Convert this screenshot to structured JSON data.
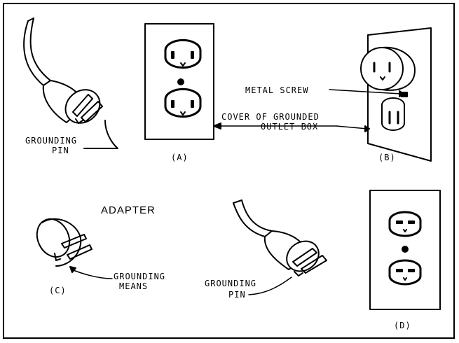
{
  "labels": {
    "grounding_pin_1": "GROUNDING",
    "grounding_pin_1b": "PIN",
    "caption_a": "(A)",
    "metal_screw": "METAL SCREW",
    "cover_line1": "COVER OF GROUNDED",
    "cover_line2": "OUTLET BOX",
    "caption_b": "(B)",
    "adapter": "ADAPTER",
    "grounding_means_1": "GROUNDING",
    "grounding_means_2": "MEANS",
    "caption_c": "(C)",
    "grounding_pin_2": "GROUNDING",
    "grounding_pin_2b": "PIN",
    "caption_d": "(D)"
  }
}
